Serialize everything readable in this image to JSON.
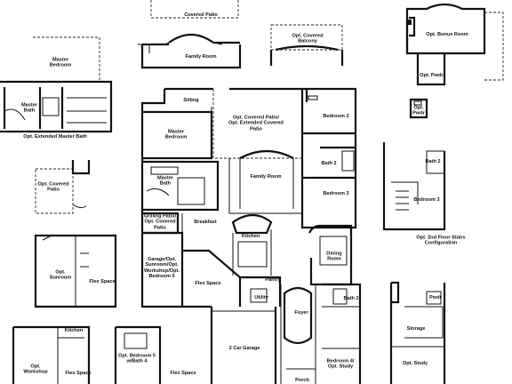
{
  "labels": {
    "covered_patio_top": "Covered Patio",
    "family_room_top": "Family Room",
    "covered_balcony": "Opt. Covered\nBalcony",
    "bonus_room": "Opt. Bonus Room",
    "opt_pwdr_a": "Opt. Pwdr.",
    "opt_pwdr_b": "Opt.\nPwdr",
    "master_bedroom_alt": "Master\nBedroom",
    "master_bath_alt": "Master\nBath",
    "ext_master_bath": "Opt. Extended Master Bath",
    "sitting": "Sitting",
    "opt_covered_patio_main": "Opt. Covered Patio/\nOpt. Extended Covered\nPatio",
    "bedroom2": "Bedroom 2",
    "master_bedroom": "Master\nBedroom",
    "bath2_upper": "Bath 2",
    "family_room": "Family Room",
    "bedroom3": "Bedroom 3",
    "master_bath": "Master\nBath",
    "grilling_patio": "Grilling Patio/\nOpt. Covered\nPatio",
    "breakfast": "Breakfast",
    "kitchen": "Kitchen",
    "dining_room": "Dining\nRoom",
    "garage_options": "Garage/Opt.\nSunroom/Opt.\nWorkshop/Opt.\nBedroom 5",
    "flex_space_main": "Flex Space",
    "pantry": "Pantry",
    "utility": "Utility",
    "foyer": "Foyer",
    "bath2_lower": "Bath 2",
    "garage": "2 Car Garage",
    "bedroom4": "Bedroom 4/\nOpt. Study",
    "porch": "Porch",
    "opt_covered_patio_left": "Opt. Covered\nPatio",
    "opt_sunroom": "Opt.\nSunroom",
    "flex_space_left": "Flex Space",
    "kitchen_left": "Kitchen",
    "opt_workshop": "Opt.\nWorkshop",
    "flex_space_bl": "Flex Space",
    "opt_bed5": "Opt. Bedroom 5\nw/Bath 4",
    "flex_space_bl2": "Flex Space",
    "bath2_right": "Bath 2",
    "bedroom3_right": "Bedroom 3",
    "stairs_config": "Opt. 2nd Floor Stairs Configuration",
    "pwdr_right": "Pwdr",
    "storage": "Storage",
    "opt_study": "Opt. Study"
  }
}
